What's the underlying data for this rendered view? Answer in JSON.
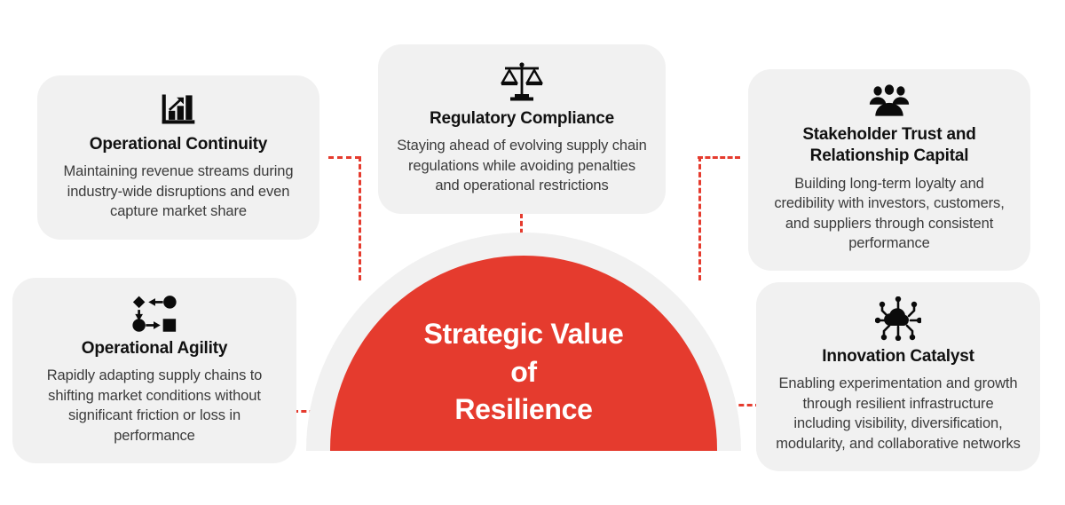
{
  "center": {
    "title_lines": [
      "Strategic Value",
      "of",
      "Resilience"
    ],
    "color": "#E53B2E",
    "ring_color": "#F1F1F1",
    "text_color": "#FFFFFF"
  },
  "theme": {
    "background": "#FFFFFF",
    "card_background": "#F1F1F1",
    "accent": "#E53B2E",
    "title_color": "#111111",
    "body_color": "#3B3B3B",
    "connector_color": "#E53B2E",
    "connector_style": "dashed"
  },
  "cards": [
    {
      "id": "operational-continuity",
      "icon": "bar-chart-growth-icon",
      "title": "Operational Continuity",
      "desc": "Maintaining revenue streams during industry-wide disruptions and even capture market share"
    },
    {
      "id": "regulatory-compliance",
      "icon": "balance-scales-icon",
      "title": "Regulatory Compliance",
      "desc": "Staying ahead of evolving supply chain regulations while avoiding penalties and operational restrictions"
    },
    {
      "id": "stakeholder-trust",
      "icon": "people-group-icon",
      "title": "Stakeholder Trust and Relationship Capital",
      "desc": "Building long-term loyalty and credibility with investors, customers, and suppliers through consistent performance"
    },
    {
      "id": "operational-agility",
      "icon": "flow-diagram-icon",
      "title": "Operational Agility",
      "desc": "Rapidly adapting supply chains to shifting market conditions without significant friction or loss in performance"
    },
    {
      "id": "innovation-catalyst",
      "icon": "cloud-network-icon",
      "title": "Innovation Catalyst",
      "desc": "Enabling experimentation and growth through resilient infrastructure including visibility, diversification, modularity, and collaborative networks"
    }
  ]
}
